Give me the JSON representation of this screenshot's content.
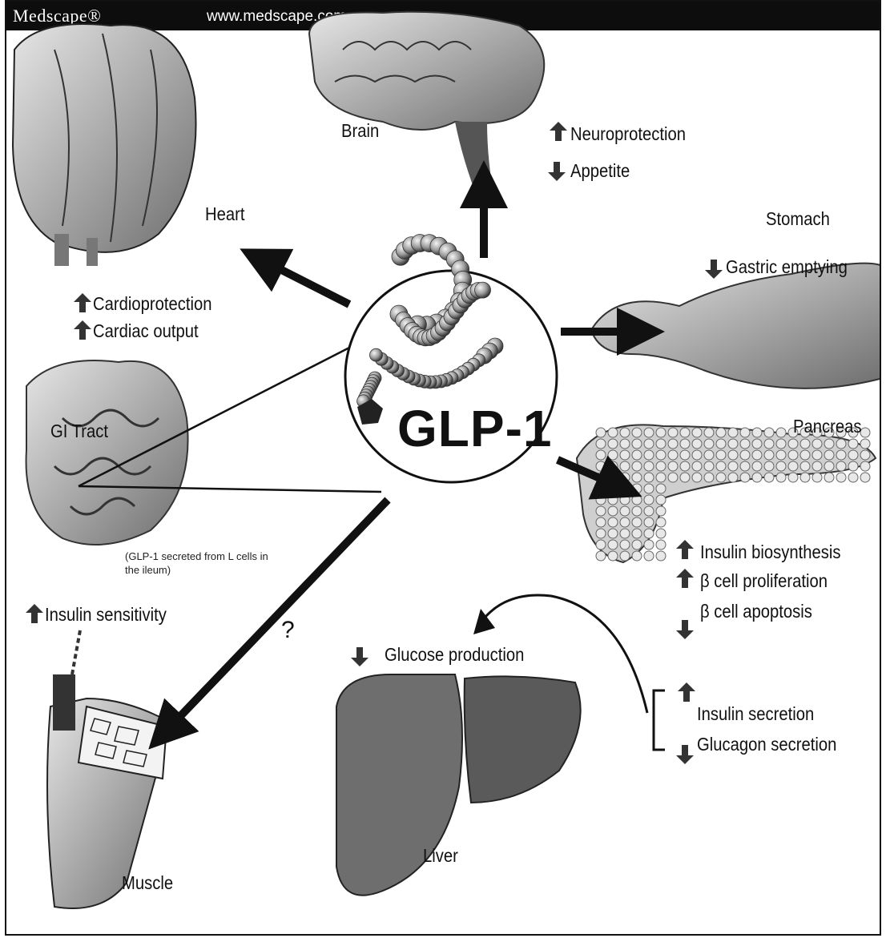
{
  "header": {
    "brand": "Medscape®",
    "url": "www.medscape.com"
  },
  "center": {
    "label": "GLP-1"
  },
  "organs": {
    "brain": "Brain",
    "heart": "Heart",
    "stomach": "Stomach",
    "gi_tract": "GI Tract",
    "pancreas": "Pancreas",
    "muscle": "Muscle",
    "liver": "Liver"
  },
  "effects": {
    "neuroprotection": "Neuroprotection",
    "appetite": "Appetite",
    "cardioprotection": "Cardioprotection",
    "cardiac_output": "Cardiac output",
    "gastric_emptying": "Gastric emptying",
    "insulin_biosynthesis": "Insulin biosynthesis",
    "beta_proliferation": "β cell proliferation",
    "beta_apoptosis": "β cell apoptosis",
    "insulin_secretion": "Insulin secretion",
    "glucagon_secretion": "Glucagon secretion",
    "glucose_production": "Glucose production",
    "insulin_sensitivity": "Insulin sensitivity"
  },
  "gi_note": "(GLP-1 secreted from L cells in the ileum)",
  "unknown_marker": "?",
  "colors": {
    "up_arrow": "#333333",
    "down_arrow": "#333333",
    "organ_fill": "#bdbdbd"
  }
}
